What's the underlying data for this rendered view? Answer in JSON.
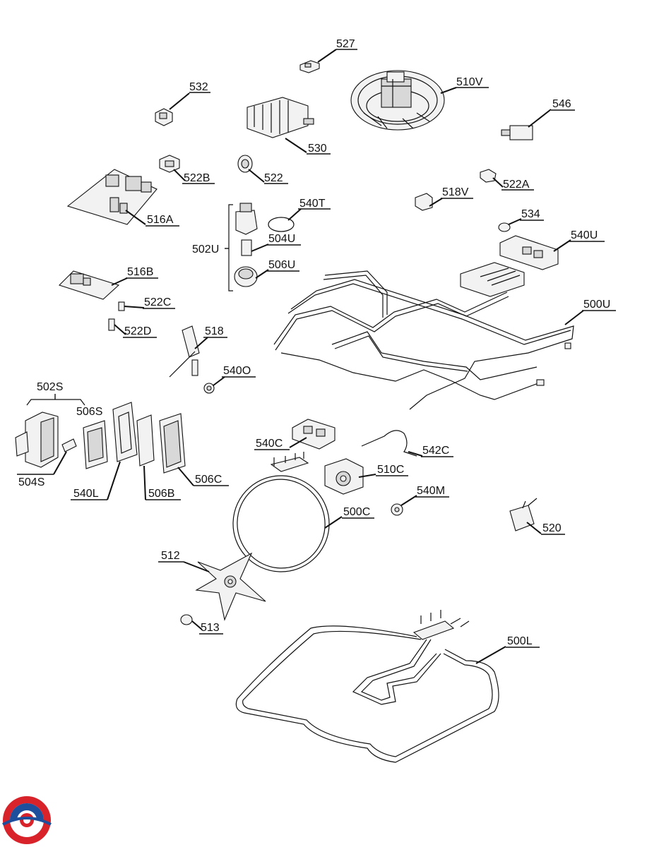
{
  "diagram": {
    "type": "exploded parts diagram",
    "labels": {
      "p527": "527",
      "p510V": "510V",
      "p532": "532",
      "p546": "546",
      "p530": "530",
      "p522B": "522B",
      "p522": "522",
      "p522A": "522A",
      "p518V": "518V",
      "p540T": "540T",
      "p516A": "516A",
      "p534": "534",
      "p502U": "502U",
      "p504U": "504U",
      "p540U": "540U",
      "p506U": "506U",
      "p516B": "516B",
      "p522C": "522C",
      "p500U": "500U",
      "p522D": "522D",
      "p518": "518",
      "p540O": "540O",
      "p502S": "502S",
      "p506S": "506S",
      "p540C": "540C",
      "p542C": "542C",
      "p504S": "504S",
      "p510C": "510C",
      "p506C": "506C",
      "p540L": "540L",
      "p506B": "506B",
      "p540M": "540M",
      "p500C": "500C",
      "p520": "520",
      "p512": "512",
      "p513": "513",
      "p500L": "500L"
    },
    "colors": {
      "line": "#111111",
      "logo_red": "#d8232a",
      "logo_blue": "#1d4f9c"
    }
  }
}
